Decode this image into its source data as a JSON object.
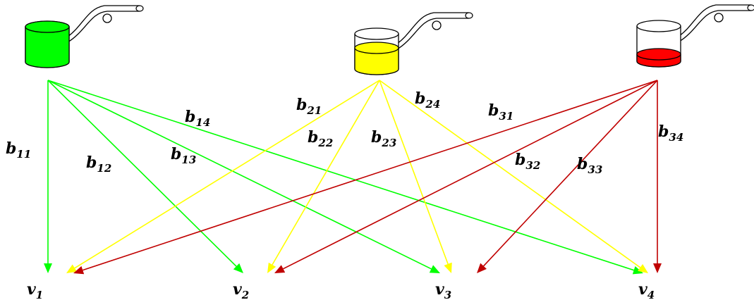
{
  "colors": {
    "green": "#00ff00",
    "yellow": "#ffff00",
    "red": "#c00000",
    "red_fill": "#ff0000",
    "outline": "#000000"
  },
  "sources": [
    {
      "id": "pot-1",
      "fill": "full",
      "color": "green"
    },
    {
      "id": "pot-2",
      "fill": "half",
      "color": "yellow"
    },
    {
      "id": "pot-3",
      "fill": "low",
      "color": "red"
    }
  ],
  "targets": [
    {
      "base": "v",
      "sub": "1"
    },
    {
      "base": "v",
      "sub": "2"
    },
    {
      "base": "v",
      "sub": "3"
    },
    {
      "base": "v",
      "sub": "4"
    }
  ],
  "edges": [
    {
      "from": 1,
      "to": 1,
      "base": "b",
      "sub": "11",
      "color": "green"
    },
    {
      "from": 1,
      "to": 2,
      "base": "b",
      "sub": "12",
      "color": "green"
    },
    {
      "from": 1,
      "to": 3,
      "base": "b",
      "sub": "13",
      "color": "green"
    },
    {
      "from": 1,
      "to": 4,
      "base": "b",
      "sub": "14",
      "color": "green"
    },
    {
      "from": 2,
      "to": 1,
      "base": "b",
      "sub": "21",
      "color": "yellow"
    },
    {
      "from": 2,
      "to": 2,
      "base": "b",
      "sub": "22",
      "color": "yellow"
    },
    {
      "from": 2,
      "to": 3,
      "base": "b",
      "sub": "23",
      "color": "yellow"
    },
    {
      "from": 2,
      "to": 4,
      "base": "b",
      "sub": "24",
      "color": "yellow"
    },
    {
      "from": 3,
      "to": 1,
      "base": "b",
      "sub": "31",
      "color": "red"
    },
    {
      "from": 3,
      "to": 2,
      "base": "b",
      "sub": "32",
      "color": "red"
    },
    {
      "from": 3,
      "to": 3,
      "base": "b",
      "sub": "33",
      "color": "red"
    },
    {
      "from": 3,
      "to": 4,
      "base": "b",
      "sub": "34",
      "color": "red"
    }
  ]
}
